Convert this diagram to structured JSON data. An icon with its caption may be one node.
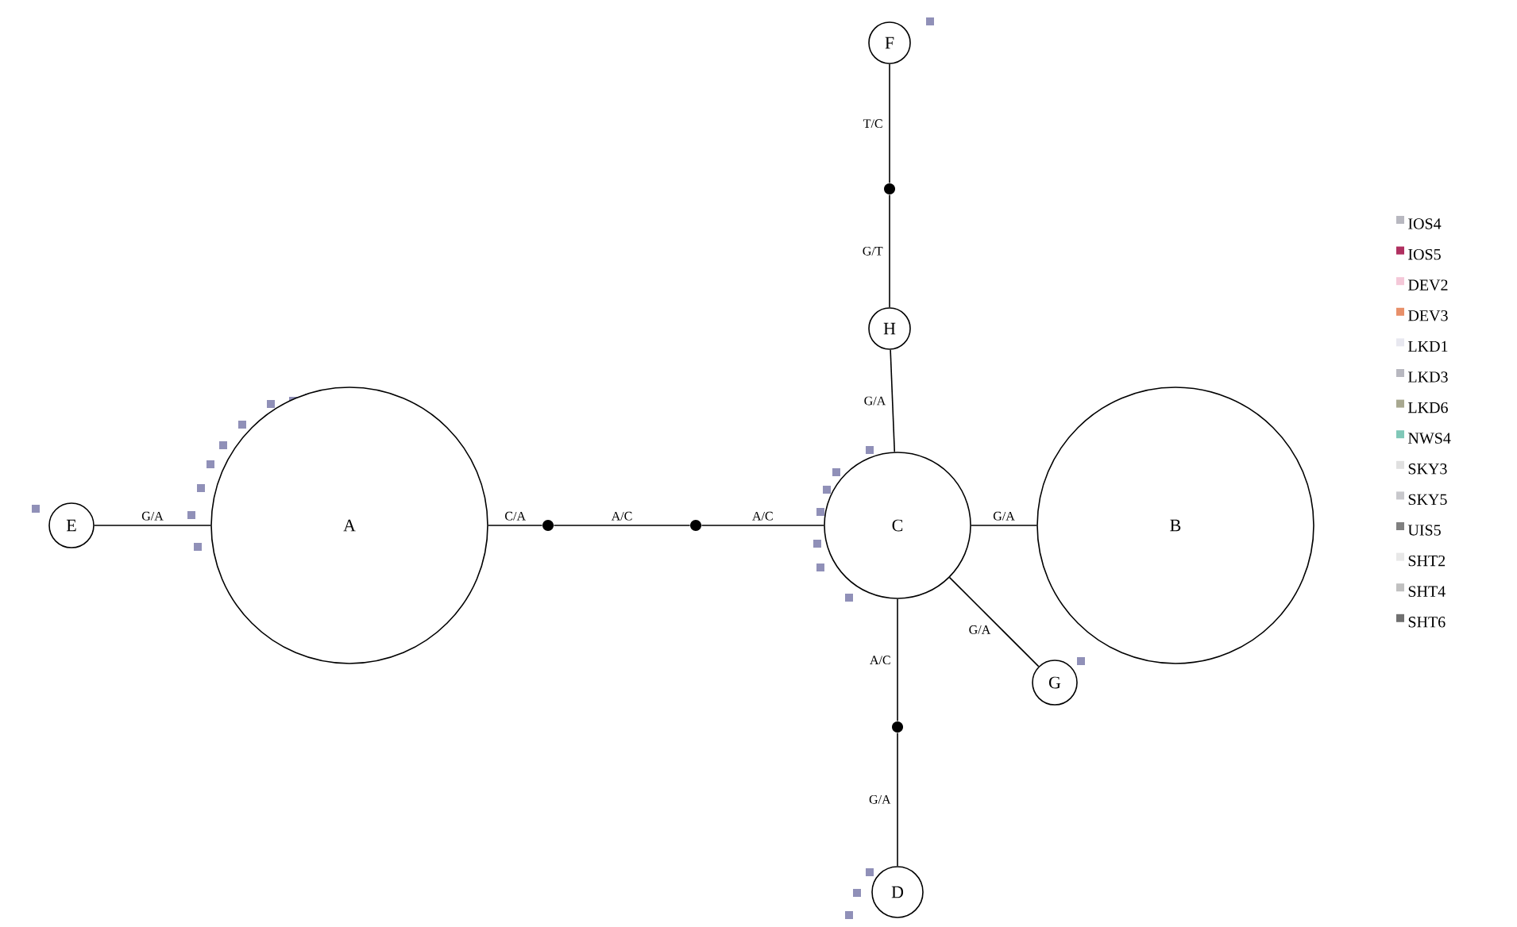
{
  "diagram": {
    "nodes": [
      {
        "text": [
          "F"
        ]
      },
      {
        "text": [
          "H"
        ]
      },
      {
        "text": [
          "E"
        ]
      },
      {
        "text": [
          "A"
        ]
      },
      {
        "text": [
          "C"
        ]
      },
      {
        "text": [
          "B"
        ]
      },
      {
        "text": [
          "G"
        ]
      },
      {
        "text": [
          "D"
        ]
      },
      {
        "text": [],
        "shape": "circle"
      },
      {
        "text": [],
        "shape": "circle"
      },
      {
        "text": [],
        "shape": "circle"
      },
      {
        "text": [],
        "shape": "circle"
      }
    ],
    "edges": [
      {
        "from": 0,
        "to": 8,
        "arrow": "none",
        "label": "T/C"
      },
      {
        "from": 8,
        "to": 1,
        "arrow": "none",
        "label": "G/T"
      },
      {
        "from": 1,
        "to": 4,
        "arrow": "none",
        "label": "G/A"
      },
      {
        "from": 2,
        "to": 3,
        "arrow": "none",
        "label": "G/A"
      },
      {
        "from": 3,
        "to": 9,
        "arrow": "none",
        "label": "C/A"
      },
      {
        "from": 9,
        "to": 10,
        "arrow": "none",
        "label": "A/C"
      },
      {
        "from": 10,
        "to": 4,
        "arrow": "none",
        "label": "A/C"
      },
      {
        "from": 4,
        "to": 5,
        "arrow": "none",
        "label": "G/A"
      },
      {
        "from": 4,
        "to": 6,
        "arrow": "none",
        "label": "G/A"
      },
      {
        "from": 4,
        "to": 11,
        "arrow": "none",
        "label": "A/C"
      },
      {
        "from": 11,
        "to": 7,
        "arrow": "none",
        "label": "G/A"
      }
    ],
    "legend": [
      {
        "text": "IOS4",
        "color": "#b8b8c0"
      },
      {
        "text": "IOS5",
        "color": "#b03060"
      },
      {
        "text": "DEV2",
        "color": "#f4c8d8"
      },
      {
        "text": "DEV3",
        "color": "#e8906a"
      },
      {
        "text": "LKD1",
        "color": "#e8e8f0"
      },
      {
        "text": "LKD3",
        "color": "#b8b8c0"
      },
      {
        "text": "LKD6",
        "color": "#a8a890"
      },
      {
        "text": "NWS4",
        "color": "#80c8b8"
      },
      {
        "text": "SKY3",
        "color": "#e0e0e0"
      },
      {
        "text": "SKY5",
        "color": "#c8c8cc"
      },
      {
        "text": "UIS5",
        "color": "#808080"
      },
      {
        "text": "SHT2",
        "color": "#e8e8e8"
      },
      {
        "text": "SHT4",
        "color": "#c0c0c0"
      },
      {
        "text": "SHT6",
        "color": "#707070"
      }
    ]
  }
}
